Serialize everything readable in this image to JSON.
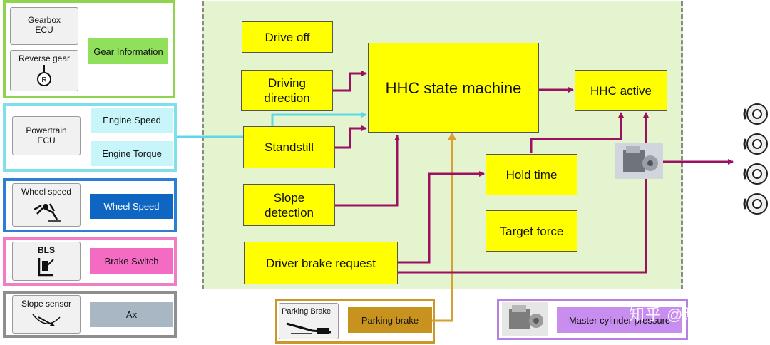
{
  "inputs": {
    "gearbox_ecu": "Gearbox ECU",
    "reverse_gear": "Reverse gear",
    "gear_information": "Gear Information",
    "powertrain_ecu": "Powertrain ECU",
    "engine_speed": "Engine Speed",
    "engine_torque": "Engine Torque",
    "wheel_speed_unit": "Wheel speed",
    "wheel_speed": "Wheel Speed",
    "bls": "BLS",
    "brake_switch": "Brake Switch",
    "slope_sensor": "Slope sensor",
    "ax": "Ax",
    "parking_brake_unit": "Parking Brake",
    "parking_brake": "Parking brake",
    "master_cylinder_pressure": "Master cylinder pressure"
  },
  "blocks": {
    "drive_off": "Drive off",
    "driving_direction": "Driving direction",
    "standstill": "Standstill",
    "slope_detection": "Slope detection",
    "driver_brake_request": "Driver brake request",
    "hhc_state_machine": "HHC state machine",
    "hhc_active": "HHC active",
    "hold_time": "Hold time",
    "target_force": "Target force"
  },
  "watermark": "知乎 @焉知",
  "colors": {
    "yellow": "#ffff00",
    "arrow": "#9b1060",
    "cyan_line": "#5ed8e6",
    "gold_line": "#d6a032",
    "hhc_bg": "#e4f4cf"
  }
}
